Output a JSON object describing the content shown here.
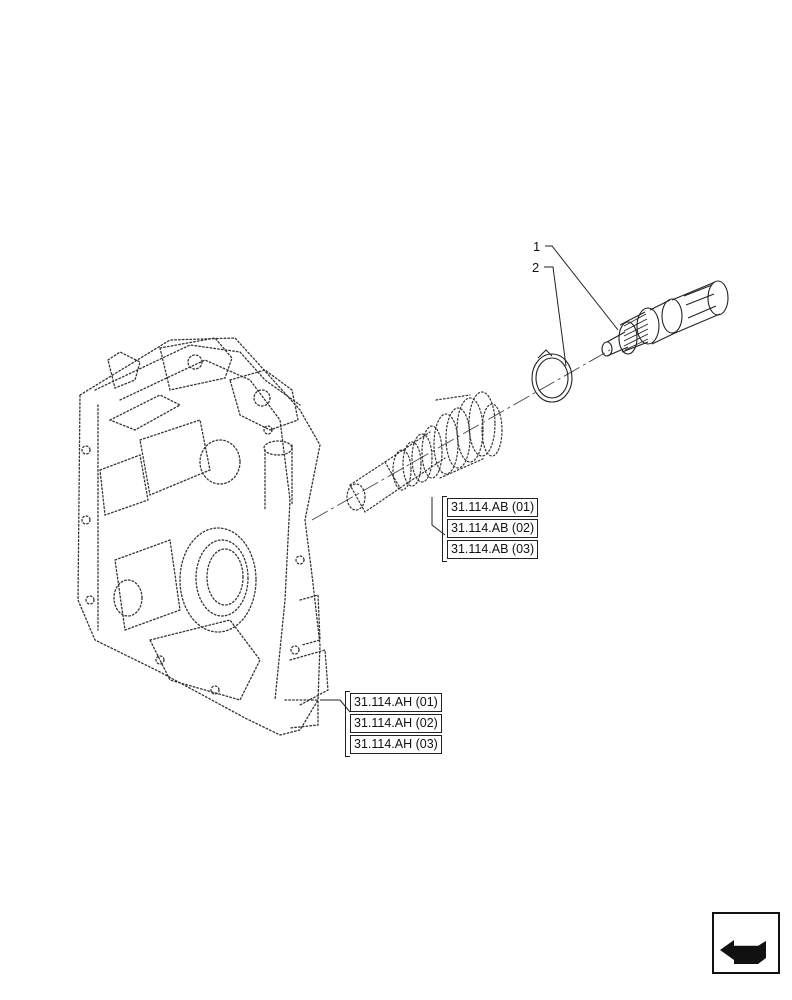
{
  "callouts": [
    "1",
    "2"
  ],
  "reference_groups": {
    "shaft": [
      "31.114.AB (01)",
      "31.114.AB (02)",
      "31.114.AB (03)"
    ],
    "housing": [
      "31.114.AH (01)",
      "31.114.AH (02)",
      "31.114.AH (03)"
    ]
  },
  "nav_icon": "next-page-arrow-icon"
}
